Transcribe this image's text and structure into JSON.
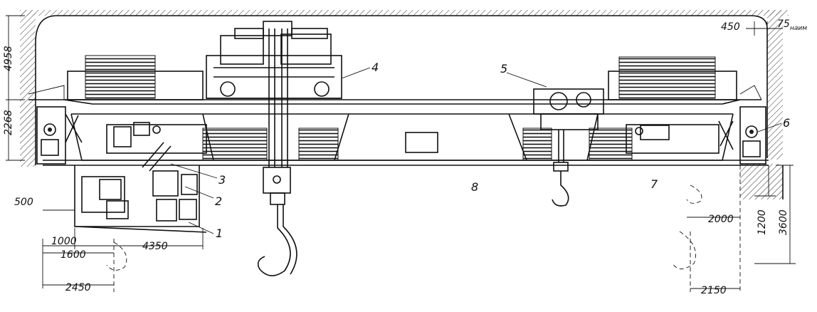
{
  "callouts": {
    "c1": "1",
    "c2": "2",
    "c3": "3",
    "c4": "4",
    "c5": "5",
    "c6": "6",
    "c7": "7",
    "c8": "8"
  },
  "dimensions": {
    "d450": "450",
    "d75": "75",
    "d75_sub": "наим",
    "d4958": "4958",
    "d2268": "2268",
    "d500": "500",
    "d1000": "1000",
    "d1600": "1600",
    "d4350": "4350",
    "d2450": "2450",
    "d2000": "2000",
    "d1200": "1200",
    "d3600": "3600",
    "d2150": "2150"
  }
}
